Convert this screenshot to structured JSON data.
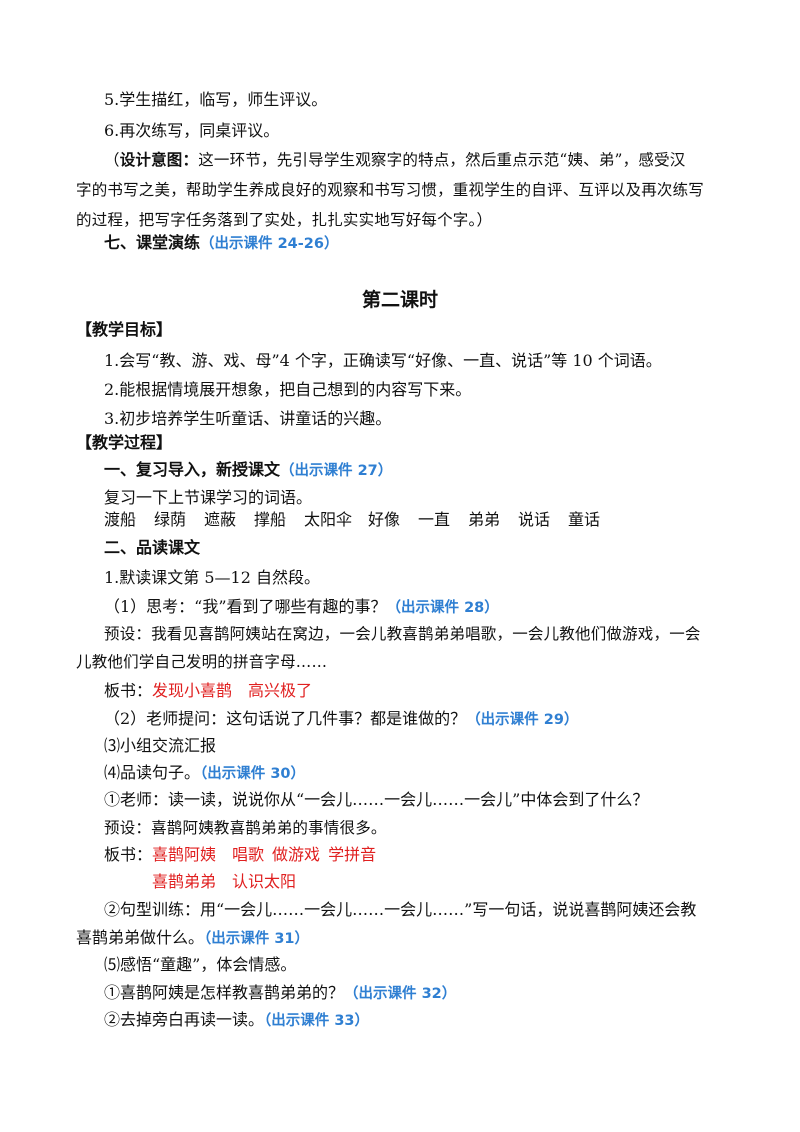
{
  "section_a": {
    "item5": "5.学生描红，临写，师生评议。",
    "item6": "6.再次练写，同桌评议。",
    "intent_open": "（",
    "intent_label": "设计意图：",
    "intent_line1": "这一环节，先引导学生观察字的特点，然后重点示范“姨、弟”，感受汉",
    "intent_line2": "字的书写之美，帮助学生养成良好的观察和书写习惯，重视学生的自评、互评以及再次练写",
    "intent_line3": "的过程，把写字任务落到了实处，扎扎实实地写好每个字。）",
    "heading7": "七、课堂演练",
    "heading7_ref": "（出示课件 24-26）"
  },
  "lesson_title": "第二课时",
  "objectives": {
    "heading": "【教学目标】",
    "items": [
      "1.会写“教、游、戏、母”4 个字，正确读写“好像、一直、说话”等 10 个词语。",
      "2.能根据情境展开想象，把自己想到的内容写下来。",
      "3.初步培养学生听童话、讲童话的兴趣。"
    ]
  },
  "process": {
    "heading": "【教学过程】",
    "step1": "一、复习导入，新授课文",
    "step1_ref": "（出示课件 27）",
    "review_text": "复习一下上节课学习的词语。",
    "vocab": [
      "渡船",
      "绿荫",
      "遮蔽",
      "撑船",
      "太阳伞",
      "好像",
      "一直",
      "弟弟",
      "说话",
      "童话"
    ],
    "step2": "二、品读课文",
    "p1": "1.默读课文第 5—12 自然段。",
    "q1": "（1）思考：“我”看到了哪些有趣的事？",
    "q1_ref": "（出示课件 28）",
    "preset1_line1": "预设：我看见喜鹊阿姨站在窝边，一会儿教喜鹊弟弟唱歌，一会儿教他们做游戏，一会",
    "preset1_line2": "儿教他们学自己发明的拼音字母……",
    "board1_label": "板书：",
    "board1_a": "发现小喜鹊",
    "board1_b": "高兴极了",
    "q2": "（2）老师提问：这句话说了几件事？都是谁做的？",
    "q2_ref": "（出示课件 29）",
    "q3": "⑶小组交流汇报",
    "q4": "⑷品读句子。",
    "q4_ref": "（出示课件 30）",
    "c1": "①老师：读一读，说说你从“一会儿……一会儿……一会儿”中体会到了什么？",
    "preset2": "预设：喜鹊阿姨教喜鹊弟弟的事情很多。",
    "board2_label": "板书：",
    "board2_a": "喜鹊阿姨",
    "board2_b": "唱歌",
    "board2_c": "做游戏",
    "board2_d": "学拼音",
    "board2_e": "喜鹊弟弟",
    "board2_f": "认识太阳",
    "c2_line1": "②句型训练：用“一会儿……一会儿……一会儿……”写一句话，说说喜鹊阿姨还会教",
    "c2_line2": "喜鹊弟弟做什么。",
    "c2_ref": "（出示课件 31）",
    "q5": "⑸感悟“童趣”，体会情感。",
    "d1": "①喜鹊阿姨是怎样教喜鹊弟弟的？",
    "d1_ref": "（出示课件 32）",
    "d2": "②去掉旁白再读一读。",
    "d2_ref": "（出示课件 33）"
  },
  "colors": {
    "blue_ref": "#2f7fd2",
    "red_board": "#e02020",
    "text": "#111111"
  }
}
